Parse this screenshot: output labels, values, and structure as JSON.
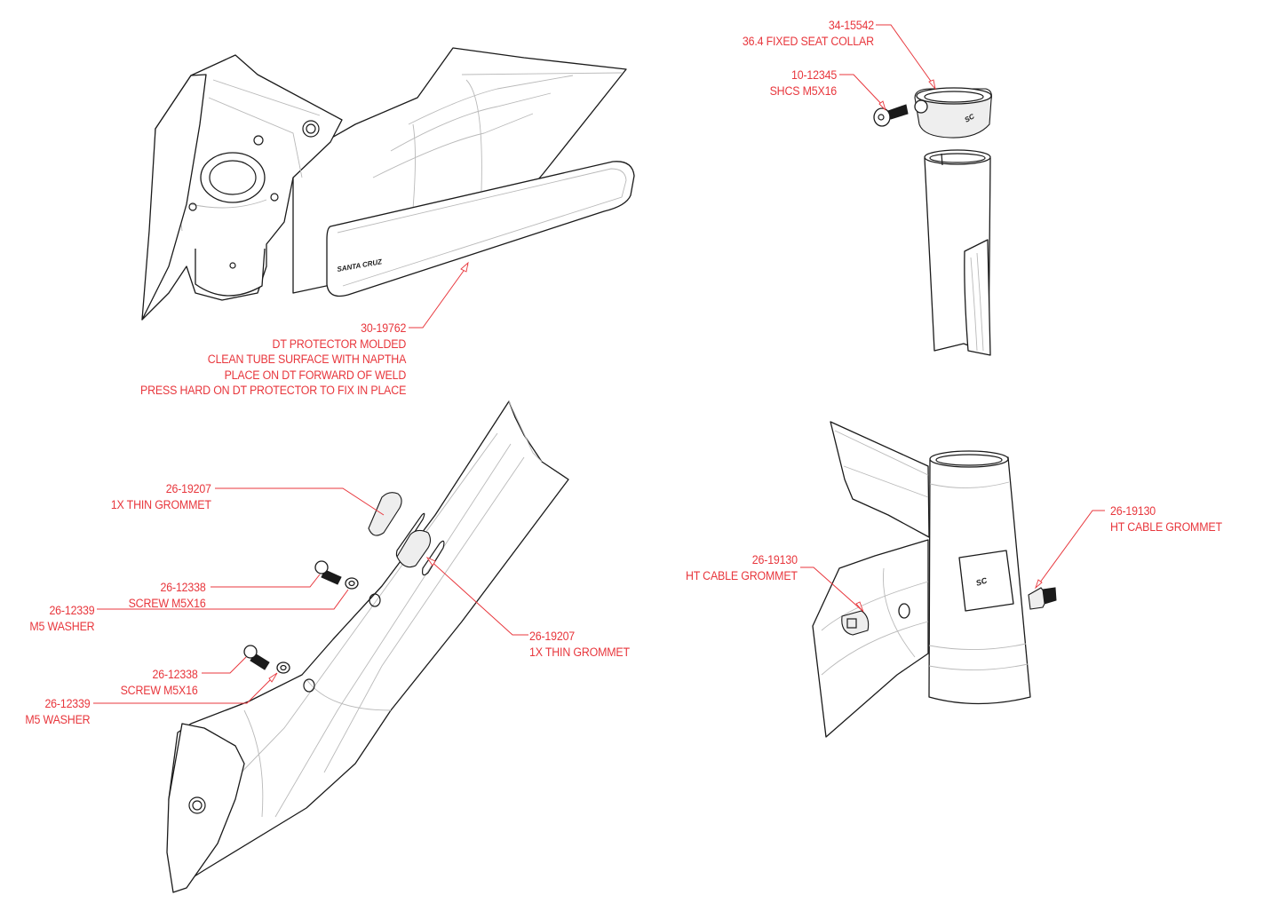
{
  "title": "Frame hardware exploded assembly views",
  "accent_color": "#e8373d",
  "line_color": "#1a1a1a",
  "views": [
    {
      "id": "downtube-protector",
      "callouts": [
        {
          "part_number": "30-19762",
          "lines": [
            "DT PROTECTOR MOLDED",
            "CLEAN TUBE SURFACE WITH NAPTHA",
            "PLACE ON DT FORWARD OF WELD",
            "PRESS HARD ON DT PROTECTOR TO FIX IN PLACE"
          ]
        }
      ],
      "logo_text": "SANTA CRUZ"
    },
    {
      "id": "seat-collar",
      "callouts": [
        {
          "part_number": "34-15542",
          "lines": [
            "36.4 FIXED SEAT COLLAR"
          ]
        },
        {
          "part_number": "10-12345",
          "lines": [
            "SHCS M5X16"
          ]
        }
      ]
    },
    {
      "id": "downtube-grommets",
      "callouts": [
        {
          "part_number": "26-19207",
          "lines": [
            "1X THIN GROMMET"
          ]
        },
        {
          "part_number": "26-12338",
          "lines": [
            "SCREW M5X16"
          ]
        },
        {
          "part_number": "26-12339",
          "lines": [
            "M5 WASHER"
          ]
        },
        {
          "part_number": "26-12338",
          "lines": [
            "SCREW M5X16"
          ]
        },
        {
          "part_number": "26-12339",
          "lines": [
            "M5 WASHER"
          ]
        },
        {
          "part_number": "26-19207",
          "lines": [
            "1X THIN GROMMET"
          ]
        }
      ]
    },
    {
      "id": "headtube-grommets",
      "callouts": [
        {
          "part_number": "26-19130",
          "lines": [
            "HT CABLE GROMMET"
          ]
        },
        {
          "part_number": "26-19130",
          "lines": [
            "HT CABLE GROMMET"
          ]
        }
      ]
    }
  ]
}
